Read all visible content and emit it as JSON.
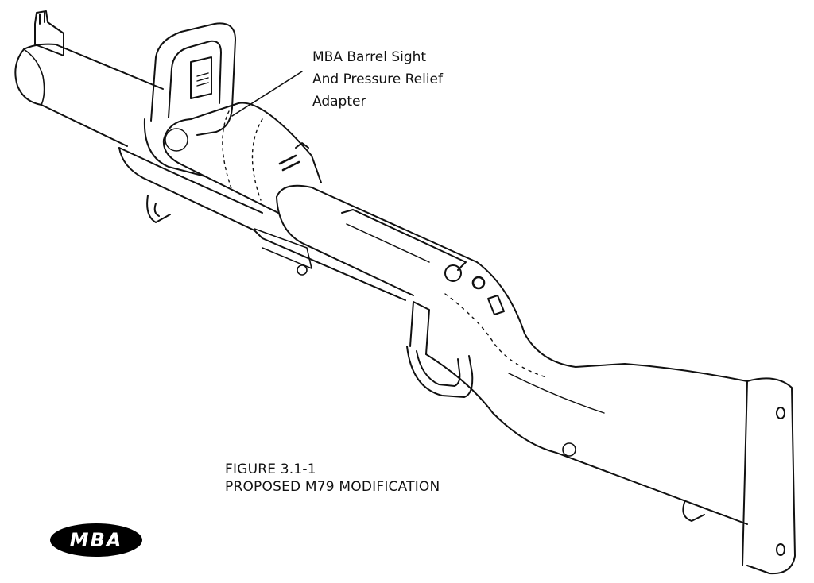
{
  "callout": {
    "line1": "MBA Barrel Sight",
    "line2": "And Pressure Relief",
    "line3": "Adapter"
  },
  "caption": {
    "figure_number": "FIGURE 3.1-1",
    "figure_title": "PROPOSED M79 MODIFICATION"
  },
  "logo": {
    "text": "MBA"
  }
}
